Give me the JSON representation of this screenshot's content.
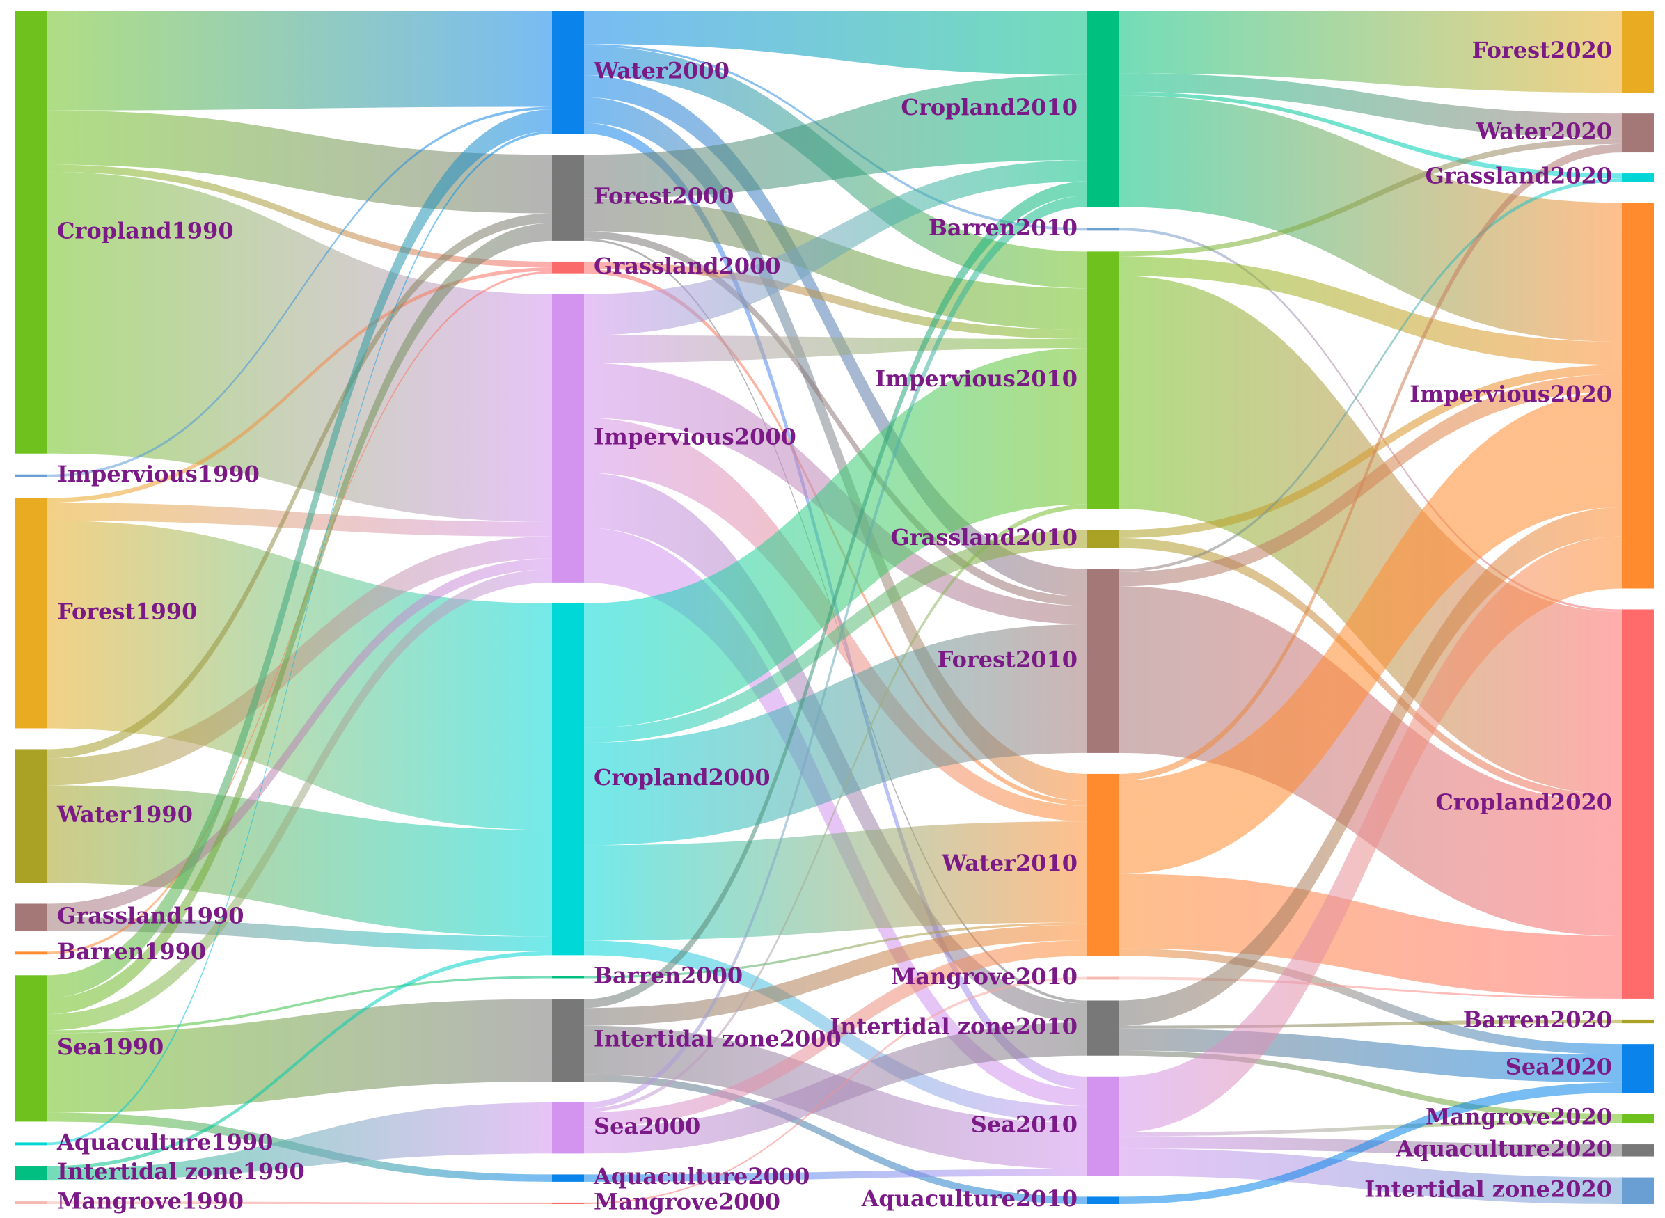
{
  "chart_data": {
    "type": "sankey",
    "title": "",
    "years": [
      "1990",
      "2000",
      "2010",
      "2020"
    ],
    "columns": [
      {
        "year": "1990",
        "nodes": [
          {
            "id": "Cropland1990",
            "label": "Cropland1990",
            "value": 490,
            "color": "#6fc21e"
          },
          {
            "id": "Impervious1990",
            "label": "Impervious1990",
            "value": 3,
            "color": "#6a9fd3"
          },
          {
            "id": "Forest1990",
            "label": "Forest1990",
            "value": 255,
            "color": "#e8ab22"
          },
          {
            "id": "Water1990",
            "label": "Water1990",
            "value": 148,
            "color": "#a9a225"
          },
          {
            "id": "Grassland1990",
            "label": "Grassland1990",
            "value": 30,
            "color": "#a57878"
          },
          {
            "id": "Barren1990",
            "label": "Barren1990",
            "value": 3,
            "color": "#ff8b2e"
          },
          {
            "id": "Sea1990",
            "label": "Sea1990",
            "value": 162,
            "color": "#6fc21e"
          },
          {
            "id": "Aquaculture1990",
            "label": "Aquaculture1990",
            "value": 3,
            "color": "#00d6d6"
          },
          {
            "id": "Intertidal zone1990",
            "label": "Intertidal zone1990",
            "value": 16,
            "color": "#00bf80"
          },
          {
            "id": "Mangrove1990",
            "label": "Mangrove1990",
            "value": 3,
            "color": "#f4b9b0"
          }
        ]
      },
      {
        "year": "2000",
        "nodes": [
          {
            "id": "Water2000",
            "label": "Water2000",
            "value": 168,
            "color": "#0a84ea"
          },
          {
            "id": "Forest2000",
            "label": "Forest2000",
            "value": 118,
            "color": "#787878"
          },
          {
            "id": "Grassland2000",
            "label": "Grassland2000",
            "value": 16,
            "color": "#fb6a6a"
          },
          {
            "id": "Impervious2000",
            "label": "Impervious2000",
            "value": 395,
            "color": "#d294ee"
          },
          {
            "id": "Cropland2000",
            "label": "Cropland2000",
            "value": 482,
            "color": "#00d8d8"
          },
          {
            "id": "Barren2000",
            "label": "Barren2000",
            "value": 3,
            "color": "#00bf80"
          },
          {
            "id": "Intertidal zone2000",
            "label": "Intertidal zone2000",
            "value": 113,
            "color": "#787878"
          },
          {
            "id": "Sea2000",
            "label": "Sea2000",
            "value": 70,
            "color": "#d294ee"
          },
          {
            "id": "Aquaculture2000",
            "label": "Aquaculture2000",
            "value": 10,
            "color": "#0a84ea"
          },
          {
            "id": "Mangrove2000",
            "label": "Mangrove2000",
            "value": 2,
            "color": "#fb6a6a"
          }
        ]
      },
      {
        "year": "2010",
        "nodes": [
          {
            "id": "Cropland2010",
            "label": "Cropland2010",
            "value": 213,
            "color": "#00c080"
          },
          {
            "id": "Barren2010",
            "label": "Barren2010",
            "value": 3,
            "color": "#6a9fd3"
          },
          {
            "id": "Impervious2010",
            "label": "Impervious2010",
            "value": 280,
            "color": "#6fc21e"
          },
          {
            "id": "Grassland2010",
            "label": "Grassland2010",
            "value": 20,
            "color": "#a9a225"
          },
          {
            "id": "Forest2010",
            "label": "Forest2010",
            "value": 200,
            "color": "#a57878"
          },
          {
            "id": "Water2010",
            "label": "Water2010",
            "value": 198,
            "color": "#ff8b2e"
          },
          {
            "id": "Mangrove2010",
            "label": "Mangrove2010",
            "value": 3,
            "color": "#f4b9b0"
          },
          {
            "id": "Intertidal zone2010",
            "label": "Intertidal zone2010",
            "value": 60,
            "color": "#787878"
          },
          {
            "id": "Sea2010",
            "label": "Sea2010",
            "value": 108,
            "color": "#d294ee"
          },
          {
            "id": "Aquaculture2010",
            "label": "Aquaculture2010",
            "value": 8,
            "color": "#0a84ea"
          }
        ]
      },
      {
        "year": "2020",
        "nodes": [
          {
            "id": "Forest2020",
            "label": "Forest2020",
            "value": 67,
            "color": "#e8ab22"
          },
          {
            "id": "Water2020",
            "label": "Water2020",
            "value": 32,
            "color": "#a57878"
          },
          {
            "id": "Grassland2020",
            "label": "Grassland2020",
            "value": 7,
            "color": "#00d6d6"
          },
          {
            "id": "Impervious2020",
            "label": "Impervious2020",
            "value": 317,
            "color": "#ff8b2e"
          },
          {
            "id": "Cropland2020",
            "label": "Cropland2020",
            "value": 320,
            "color": "#ff6a6a"
          },
          {
            "id": "Barren2020",
            "label": "Barren2020",
            "value": 3,
            "color": "#a9a225"
          },
          {
            "id": "Sea2020",
            "label": "Sea2020",
            "value": 40,
            "color": "#0a84ea"
          },
          {
            "id": "Mangrove2020",
            "label": "Mangrove2020",
            "value": 8,
            "color": "#6fc21e"
          },
          {
            "id": "Aquaculture2020",
            "label": "Aquaculture2020",
            "value": 10,
            "color": "#787878"
          },
          {
            "id": "Intertidal zone2020",
            "label": "Intertidal zone2020",
            "value": 22,
            "color": "#6a9fd3"
          }
        ]
      }
    ],
    "links": [
      {
        "source": "Cropland1990",
        "target": "Water2000",
        "value": 110
      },
      {
        "source": "Cropland1990",
        "target": "Forest2000",
        "value": 60
      },
      {
        "source": "Cropland1990",
        "target": "Grassland2000",
        "value": 8
      },
      {
        "source": "Cropland1990",
        "target": "Impervious2000",
        "value": 312
      },
      {
        "source": "Impervious1990",
        "target": "Water2000",
        "value": 3
      },
      {
        "source": "Forest1990",
        "target": "Impervious2000",
        "value": 20
      },
      {
        "source": "Forest1990",
        "target": "Cropland2000",
        "value": 230
      },
      {
        "source": "Forest1990",
        "target": "Grassland2000",
        "value": 5
      },
      {
        "source": "Water1990",
        "target": "Impervious2000",
        "value": 30
      },
      {
        "source": "Water1990",
        "target": "Forest2000",
        "value": 10
      },
      {
        "source": "Water1990",
        "target": "Cropland2000",
        "value": 108
      },
      {
        "source": "Grassland1990",
        "target": "Impervious2000",
        "value": 15
      },
      {
        "source": "Grassland1990",
        "target": "Cropland2000",
        "value": 15
      },
      {
        "source": "Barren1990",
        "target": "Grassland2000",
        "value": 3
      },
      {
        "source": "Sea1990",
        "target": "Water2000",
        "value": 25
      },
      {
        "source": "Sea1990",
        "target": "Forest2000",
        "value": 18
      },
      {
        "source": "Sea1990",
        "target": "Impervious2000",
        "value": 18
      },
      {
        "source": "Sea1990",
        "target": "Barren2000",
        "value": 3
      },
      {
        "source": "Sea1990",
        "target": "Intertidal zone2000",
        "value": 88
      },
      {
        "source": "Sea1990",
        "target": "Aquaculture2000",
        "value": 10
      },
      {
        "source": "Aquaculture1990",
        "target": "Water2000",
        "value": 3
      },
      {
        "source": "Intertidal zone1990",
        "target": "Cropland2000",
        "value": 4
      },
      {
        "source": "Intertidal zone1990",
        "target": "Sea2000",
        "value": 12
      },
      {
        "source": "Mangrove1990",
        "target": "Mangrove2000",
        "value": 2
      },
      {
        "source": "Water2000",
        "target": "Cropland2010",
        "value": 45
      },
      {
        "source": "Water2000",
        "target": "Impervious2010",
        "value": 40
      },
      {
        "source": "Water2000",
        "target": "Forest2010",
        "value": 30
      },
      {
        "source": "Water2000",
        "target": "Water2010",
        "value": 35
      },
      {
        "source": "Water2000",
        "target": "Sea2010",
        "value": 15
      },
      {
        "source": "Forest2000",
        "target": "Cropland2010",
        "value": 60
      },
      {
        "source": "Forest2000",
        "target": "Impervious2010",
        "value": 45
      },
      {
        "source": "Forest2000",
        "target": "Forest2010",
        "value": 10
      },
      {
        "source": "Forest2000",
        "target": "Intertidal zone2010",
        "value": 3
      },
      {
        "source": "Grassland2000",
        "target": "Impervious2010",
        "value": 10
      },
      {
        "source": "Grassland2000",
        "target": "Water2010",
        "value": 6
      },
      {
        "source": "Impervious2000",
        "target": "Cropland2010",
        "value": 15
      },
      {
        "source": "Impervious2000",
        "target": "Impervious2010",
        "value": 10
      },
      {
        "source": "Impervious2000",
        "target": "Forest2010",
        "value": 20
      },
      {
        "source": "Impervious2000",
        "target": "Water2010",
        "value": 20
      },
      {
        "source": "Impervious2000",
        "target": "Intertidal zone2010",
        "value": 20
      },
      {
        "source": "Impervious2000",
        "target": "Sea2010",
        "value": 20
      },
      {
        "source": "Cropland2000",
        "target": "Impervious2010",
        "value": 170
      },
      {
        "source": "Cropland2000",
        "target": "Grassland2010",
        "value": 20
      },
      {
        "source": "Cropland2000",
        "target": "Forest2010",
        "value": 140
      },
      {
        "source": "Cropland2000",
        "target": "Water2010",
        "value": 130
      },
      {
        "source": "Cropland2000",
        "target": "Sea2010",
        "value": 20
      },
      {
        "source": "Barren2000",
        "target": "Water2010",
        "value": 3
      },
      {
        "source": "Intertidal zone2000",
        "target": "Cropland2010",
        "value": 10
      },
      {
        "source": "Intertidal zone2000",
        "target": "Water2010",
        "value": 20
      },
      {
        "source": "Intertidal zone2000",
        "target": "Sea2010",
        "value": 55
      },
      {
        "source": "Intertidal zone2000",
        "target": "Aquaculture2010",
        "value": 8
      },
      {
        "source": "Sea2000",
        "target": "Cropland2010",
        "value": 8
      },
      {
        "source": "Sea2000",
        "target": "Impervious2010",
        "value": 5
      },
      {
        "source": "Sea2000",
        "target": "Water2010",
        "value": 20
      },
      {
        "source": "Sea2000",
        "target": "Intertidal zone2010",
        "value": 35
      },
      {
        "source": "Aquaculture2000",
        "target": "Sea2010",
        "value": 8
      },
      {
        "source": "Water2000",
        "target": "Barren2010",
        "value": 3
      },
      {
        "source": "Mangrove2000",
        "target": "Mangrove2010",
        "value": 2
      },
      {
        "source": "Cropland2010",
        "target": "Forest2020",
        "value": 67
      },
      {
        "source": "Cropland2010",
        "target": "Water2020",
        "value": 20
      },
      {
        "source": "Cropland2010",
        "target": "Grassland2020",
        "value": 4
      },
      {
        "source": "Cropland2010",
        "target": "Impervious2020",
        "value": 120
      },
      {
        "source": "Impervious2010",
        "target": "Water2020",
        "value": 5
      },
      {
        "source": "Impervious2010",
        "target": "Impervious2020",
        "value": 20
      },
      {
        "source": "Impervious2010",
        "target": "Cropland2020",
        "value": 240
      },
      {
        "source": "Grassland2010",
        "target": "Impervious2020",
        "value": 8
      },
      {
        "source": "Grassland2010",
        "target": "Cropland2020",
        "value": 10
      },
      {
        "source": "Forest2010",
        "target": "Impervious2020",
        "value": 15
      },
      {
        "source": "Forest2010",
        "target": "Cropland2020",
        "value": 175
      },
      {
        "source": "Forest2010",
        "target": "Grassland2020",
        "value": 3
      },
      {
        "source": "Water2010",
        "target": "Impervious2020",
        "value": 100
      },
      {
        "source": "Water2010",
        "target": "Cropland2020",
        "value": 80
      },
      {
        "source": "Water2010",
        "target": "Water2020",
        "value": 7
      },
      {
        "source": "Water2010",
        "target": "Sea2020",
        "value": 8
      },
      {
        "source": "Intertidal zone2010",
        "target": "Impervious2020",
        "value": 25
      },
      {
        "source": "Intertidal zone2010",
        "target": "Sea2020",
        "value": 22
      },
      {
        "source": "Intertidal zone2010",
        "target": "Mangrove2020",
        "value": 5
      },
      {
        "source": "Intertidal zone2010",
        "target": "Barren2020",
        "value": 3
      },
      {
        "source": "Sea2010",
        "target": "Impervious2020",
        "value": 45
      },
      {
        "source": "Sea2010",
        "target": "Intertidal zone2020",
        "value": 22
      },
      {
        "source": "Sea2010",
        "target": "Aquaculture2020",
        "value": 10
      },
      {
        "source": "Sea2010",
        "target": "Mangrove2020",
        "value": 3
      },
      {
        "source": "Aquaculture2010",
        "target": "Sea2020",
        "value": 8
      },
      {
        "source": "Barren2010",
        "target": "Cropland2020",
        "value": 3
      },
      {
        "source": "Mangrove2010",
        "target": "Cropland2020",
        "value": 2
      }
    ]
  }
}
